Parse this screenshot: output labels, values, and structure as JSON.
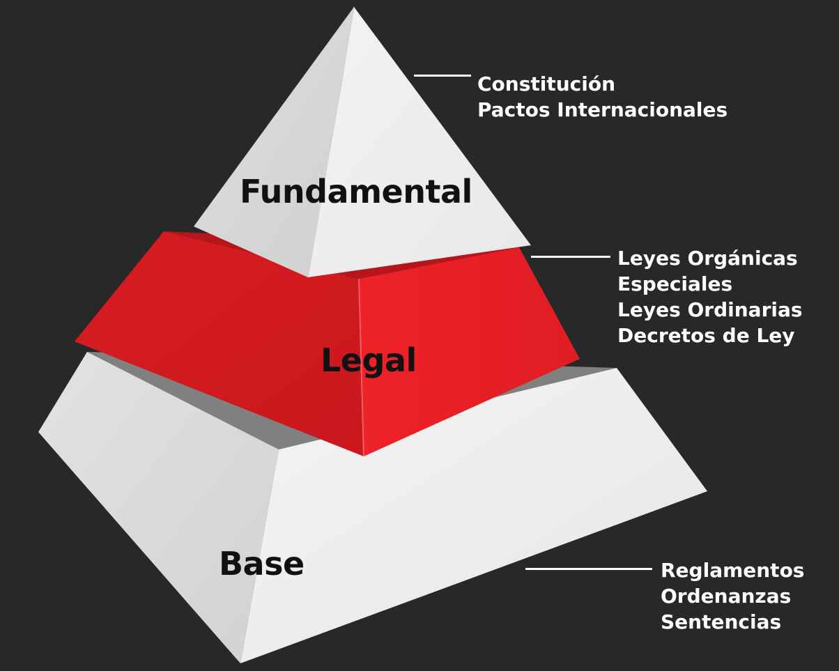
{
  "colors": {
    "background": "#282828",
    "tier_white": "#ececec",
    "tier_red": "#e31e24",
    "label_text": "#111111",
    "list_text": "#ffffff"
  },
  "tiers": [
    {
      "label": "Fundamental",
      "items": [
        "Constitución",
        "Pactos Internacionales"
      ]
    },
    {
      "label": "Legal",
      "items": [
        "Leyes Orgánicas",
        "Especiales",
        "Leyes Ordinarias",
        "Decretos de Ley"
      ]
    },
    {
      "label": "Base",
      "items": [
        "Reglamentos",
        "Ordenanzas",
        "Sentencias"
      ]
    }
  ]
}
